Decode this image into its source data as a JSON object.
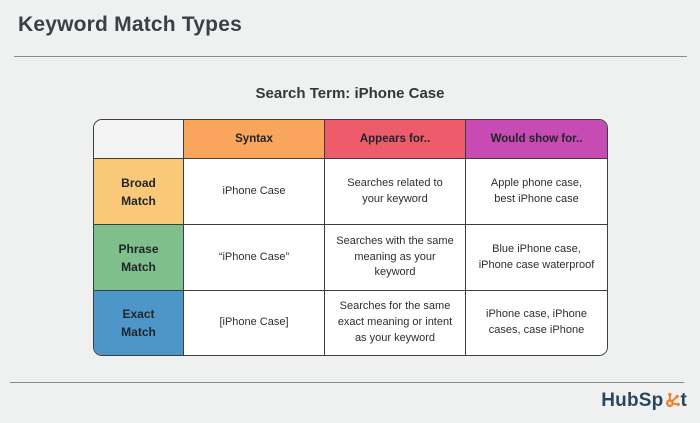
{
  "header": {
    "title": "Keyword Match Types"
  },
  "subtitle": "Search Term: iPhone Case",
  "table": {
    "columns": [
      {
        "label": "",
        "color": "#F2F3F2"
      },
      {
        "label": "Syntax",
        "color": "#F9A55C"
      },
      {
        "label": "Appears for..",
        "color": "#EE5C6C"
      },
      {
        "label": "Would show for..",
        "color": "#C84BB4"
      }
    ],
    "rows": [
      {
        "label": "Broad\nMatch",
        "label_color": "#F9C878",
        "syntax": "iPhone Case",
        "appears_for": "Searches related to\nyour keyword",
        "would_show_for": "Apple phone case,\nbest iPhone case"
      },
      {
        "label": "Phrase\nMatch",
        "label_color": "#7FBF8C",
        "syntax": "“iPhone Case”",
        "appears_for": "Searches with the same\nmeaning as your\nkeyword",
        "would_show_for": "Blue iPhone case,\niPhone case waterproof"
      },
      {
        "label": "Exact\nMatch",
        "label_color": "#4D96C9",
        "syntax": "[iPhone Case]",
        "appears_for": "Searches for the same\nexact meaning or intent\nas your keyword",
        "would_show_for": "iPhone case, iPhone\ncases, case iPhone"
      }
    ]
  },
  "footer": {
    "brand": "HubSpot",
    "brand_prefix": "HubSp",
    "brand_suffix": "t",
    "brand_color": "#2D4660",
    "sprocket_color": "#F47B2A"
  },
  "colors": {
    "page_background": "#EFF1F0",
    "table_border": "#3E3E40",
    "divider": "#8A8D8E",
    "title_text": "#3A4045"
  }
}
